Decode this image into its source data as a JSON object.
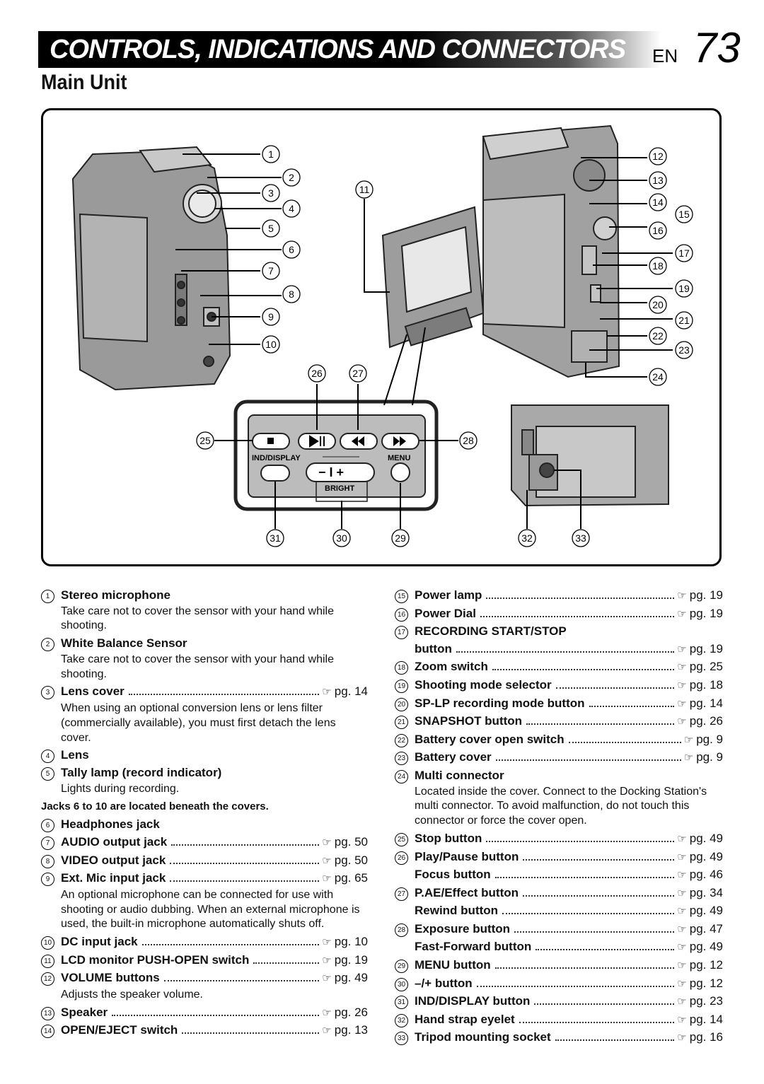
{
  "header": {
    "title": "CONTROLS, INDICATIONS AND CONNECTORS",
    "lang": "EN",
    "page_number": "73"
  },
  "section_title": "Main Unit",
  "figure": {
    "callouts": [
      "1",
      "2",
      "3",
      "4",
      "5",
      "6",
      "7",
      "8",
      "9",
      "10",
      "11",
      "12",
      "13",
      "14",
      "15",
      "16",
      "17",
      "18",
      "19",
      "20",
      "21",
      "22",
      "23",
      "24",
      "25",
      "26",
      "27",
      "28",
      "29",
      "30",
      "31",
      "32",
      "33"
    ],
    "panel_labels": {
      "ind_display": "IND/DISPLAY",
      "menu": "MENU",
      "bright": "BRIGHT",
      "minus_plus": "− I +"
    }
  },
  "left_items": [
    {
      "n": "1",
      "label": "Stereo microphone",
      "ref": "",
      "desc": "Take care not to cover the sensor with your hand while shooting."
    },
    {
      "n": "2",
      "label": "White Balance Sensor",
      "ref": "",
      "desc": "Take care not to cover the sensor with your hand while shooting."
    },
    {
      "n": "3",
      "label": "Lens cover",
      "ref": "pg. 14",
      "desc": "When using an optional conversion lens or lens filter (commercially available), you must first detach the lens cover."
    },
    {
      "n": "4",
      "label": "Lens",
      "ref": "",
      "desc": ""
    },
    {
      "n": "5",
      "label": "Tally lamp (record indicator)",
      "ref": "",
      "desc": "Lights during recording."
    },
    {
      "n": "6",
      "label": "Headphones jack",
      "ref": "",
      "desc": ""
    },
    {
      "n": "7",
      "label": "AUDIO output jack",
      "ref": "pg. 50",
      "desc": ""
    },
    {
      "n": "8",
      "label": "VIDEO output jack",
      "ref": "pg. 50",
      "desc": ""
    },
    {
      "n": "9",
      "label": "Ext. Mic input jack",
      "ref": "pg. 65",
      "desc": "An optional microphone can be connected for use with shooting or audio dubbing. When an external microphone is used, the built-in microphone automatically shuts off."
    },
    {
      "n": "10",
      "label": "DC input jack",
      "ref": "pg. 10",
      "desc": ""
    },
    {
      "n": "11",
      "label": "LCD monitor PUSH-OPEN switch",
      "ref": "pg. 19",
      "desc": ""
    },
    {
      "n": "12",
      "label": "VOLUME buttons",
      "ref": "pg. 49",
      "desc": "Adjusts the speaker volume."
    },
    {
      "n": "13",
      "label": "Speaker",
      "ref": "pg. 26",
      "desc": ""
    },
    {
      "n": "14",
      "label": "OPEN/EJECT switch",
      "ref": "pg. 13",
      "desc": ""
    }
  ],
  "jacks_note": "Jacks 6 to 10 are located beneath the covers.",
  "right_items": [
    {
      "n": "15",
      "label": "Power lamp",
      "ref": "pg. 19",
      "desc": ""
    },
    {
      "n": "16",
      "label": "Power Dial",
      "ref": "pg. 19",
      "desc": ""
    },
    {
      "n": "17",
      "label": "RECORDING START/STOP",
      "ref": "",
      "desc": ""
    },
    {
      "n": "",
      "label": "button",
      "ref": "pg. 19",
      "desc": ""
    },
    {
      "n": "18",
      "label": "Zoom switch",
      "ref": "pg. 25",
      "desc": ""
    },
    {
      "n": "19",
      "label": "Shooting mode selector",
      "ref": "pg. 18",
      "desc": ""
    },
    {
      "n": "20",
      "label": "SP-LP recording mode button",
      "ref": "pg. 14",
      "desc": ""
    },
    {
      "n": "21",
      "label": "SNAPSHOT button",
      "ref": "pg. 26",
      "desc": ""
    },
    {
      "n": "22",
      "label": "Battery cover open switch",
      "ref": "pg. 9",
      "desc": ""
    },
    {
      "n": "23",
      "label": "Battery cover",
      "ref": "pg. 9",
      "desc": ""
    },
    {
      "n": "24",
      "label": "Multi connector",
      "ref": "",
      "desc": "Located inside the cover. Connect to the Docking Station's multi connector. To avoid malfunction, do not touch this connector or force the cover open."
    },
    {
      "n": "25",
      "label": "Stop button",
      "ref": "pg. 49",
      "desc": ""
    },
    {
      "n": "26",
      "label": "Play/Pause button",
      "ref": "pg. 49",
      "desc": ""
    },
    {
      "n": "",
      "label": "Focus button",
      "ref": "pg. 46",
      "desc": ""
    },
    {
      "n": "27",
      "label": "P.AE/Effect button",
      "ref": "pg. 34",
      "desc": ""
    },
    {
      "n": "",
      "label": "Rewind button",
      "ref": "pg. 49",
      "desc": ""
    },
    {
      "n": "28",
      "label": "Exposure button",
      "ref": "pg. 47",
      "desc": ""
    },
    {
      "n": "",
      "label": "Fast-Forward button",
      "ref": "pg. 49",
      "desc": ""
    },
    {
      "n": "29",
      "label": "MENU button",
      "ref": "pg. 12",
      "desc": ""
    },
    {
      "n": "30",
      "label": "–/+ button",
      "ref": "pg. 12",
      "desc": ""
    },
    {
      "n": "31",
      "label": "IND/DISPLAY button",
      "ref": "pg. 23",
      "desc": ""
    },
    {
      "n": "32",
      "label": "Hand strap eyelet",
      "ref": "pg. 14",
      "desc": ""
    },
    {
      "n": "33",
      "label": "Tripod mounting socket",
      "ref": "pg. 16",
      "desc": ""
    }
  ]
}
